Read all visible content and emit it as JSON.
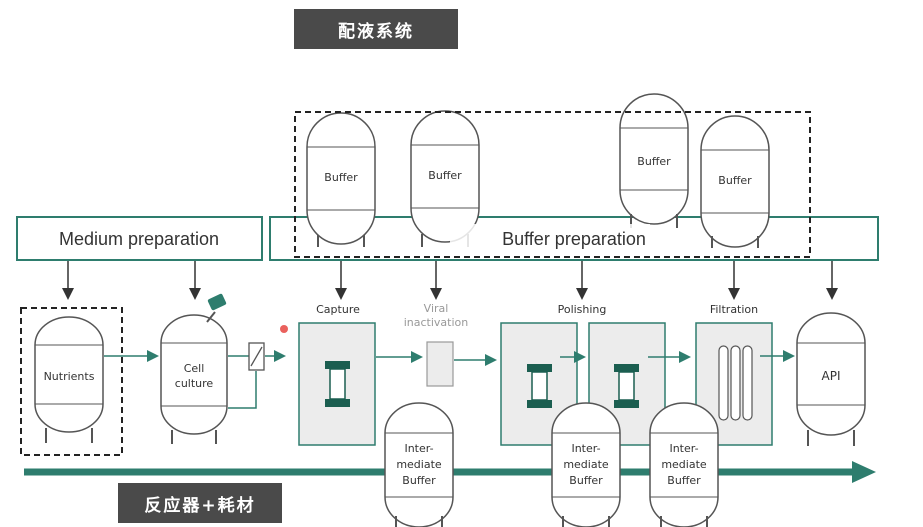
{
  "banners": {
    "top": "配液系统",
    "bottom": "反应器+耗材"
  },
  "sections": {
    "medium_preparation": "Medium preparation",
    "buffer_preparation": "Buffer preparation"
  },
  "steps": {
    "capture": "Capture",
    "viral_inactivation_1": "Viral",
    "viral_inactivation_2": "inactivation",
    "polishing": "Polishing",
    "filtration": "Filtration"
  },
  "vessels": {
    "buffer": "Buffer",
    "nutrients": "Nutrients",
    "cell_culture_1": "Cell",
    "cell_culture_2": "culture",
    "api": "API",
    "intermediate_1": "Inter-",
    "intermediate_2": "mediate",
    "intermediate_3": "Buffer"
  },
  "colors": {
    "accent": "#2e7d6e",
    "outline": "#555555",
    "fill": "#ececec",
    "banner": "#4a4a4a"
  }
}
